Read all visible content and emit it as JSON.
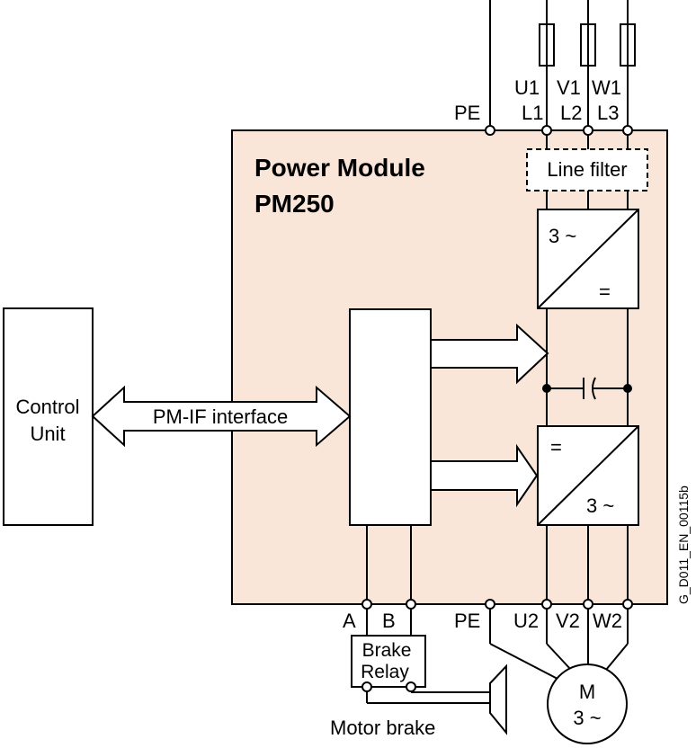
{
  "module": {
    "title_line1": "Power Module",
    "title_line2": "PM250",
    "fill_color": "#fae6d9"
  },
  "control_unit": {
    "line1": "Control",
    "line2": "Unit"
  },
  "interface_label": "PM-IF interface",
  "line_filter_label": "Line filter",
  "rectifier": {
    "ac_label": "3 ~",
    "dc_label": "="
  },
  "inverter": {
    "dc_label": "=",
    "ac_label": "3 ~"
  },
  "top_terminals": {
    "pe": "PE",
    "phase_top": [
      "U1",
      "V1",
      "W1"
    ],
    "phase_bottom": [
      "L1",
      "L2",
      "L3"
    ]
  },
  "bottom_terminals": {
    "a": "A",
    "b": "B",
    "pe": "PE",
    "phases": [
      "U2",
      "V2",
      "W2"
    ]
  },
  "brake_relay": {
    "line1": "Brake",
    "line2": "Relay"
  },
  "motor": {
    "line1": "M",
    "line2": "3 ~"
  },
  "motor_brake_label": "Motor brake",
  "drawing_code": "G_D011_EN_00115b"
}
